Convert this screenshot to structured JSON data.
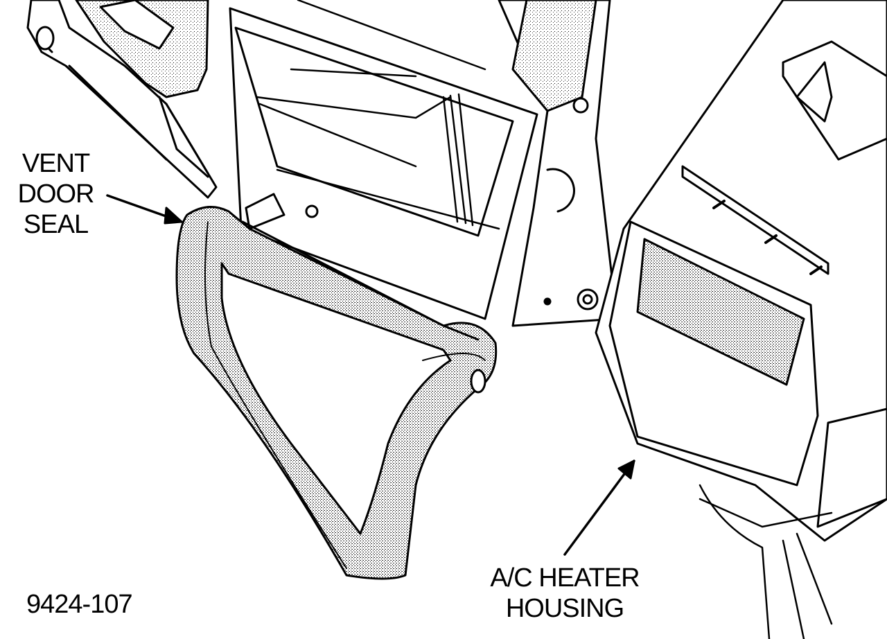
{
  "labels": {
    "vent_door_seal": [
      "VENT",
      "DOOR",
      "SEAL"
    ],
    "ac_heater_housing": [
      "A/C HEATER",
      "HOUSING"
    ]
  },
  "figure_number": "9424-107",
  "colors": {
    "ink": "#000000",
    "paper": "#ffffff",
    "stipple": "#bdbdbd"
  }
}
